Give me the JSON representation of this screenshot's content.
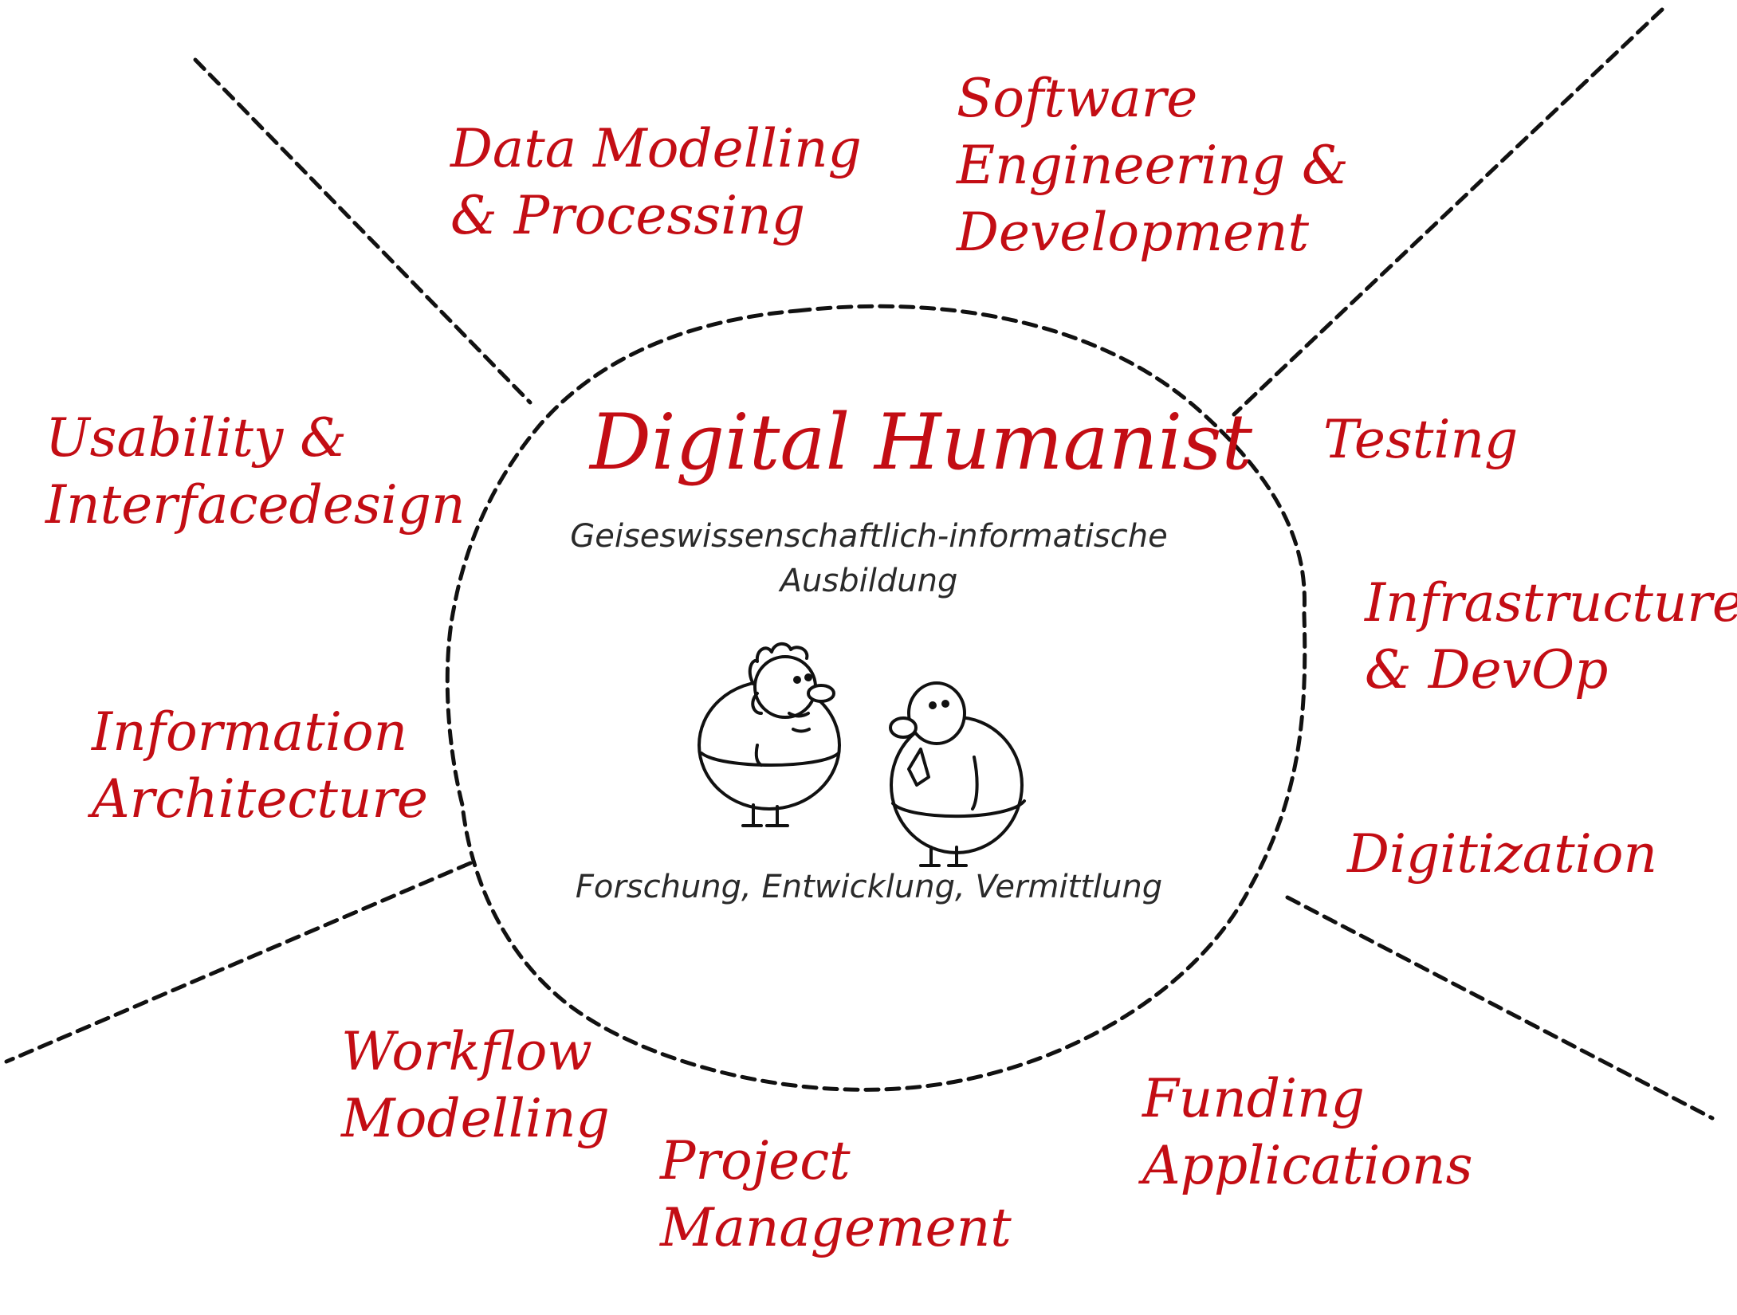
{
  "center": {
    "title": "Digital Humanist",
    "subtitle_lines": [
      "Geiseswissenschaftlich-informatische",
      "Ausbildung"
    ],
    "bottom": "Forschung, Entwicklung, Vermittlung",
    "illustration": "two-cartoon-people-talking"
  },
  "topics": {
    "data_modelling": [
      "Data Modelling",
      "& Processing"
    ],
    "software_engineering": [
      "Software",
      "Engineering &",
      "Development"
    ],
    "usability": [
      "Usability &",
      "Interfacedesign"
    ],
    "testing": [
      "Testing"
    ],
    "infrastructure": [
      "Infrastructure",
      "& DevOp"
    ],
    "information_architecture": [
      "Information",
      "Architecture"
    ],
    "digitization": [
      "Digitization"
    ],
    "workflow_modelling": [
      "Workflow",
      "Modelling"
    ],
    "project_management": [
      "Project",
      "Management"
    ],
    "funding_applications": [
      "Funding",
      "Applications"
    ]
  },
  "colors": {
    "topic_text": "#c30d14",
    "title_text": "#c30d14",
    "subtitle_text": "#2a2a2a",
    "lines": "#111111"
  }
}
